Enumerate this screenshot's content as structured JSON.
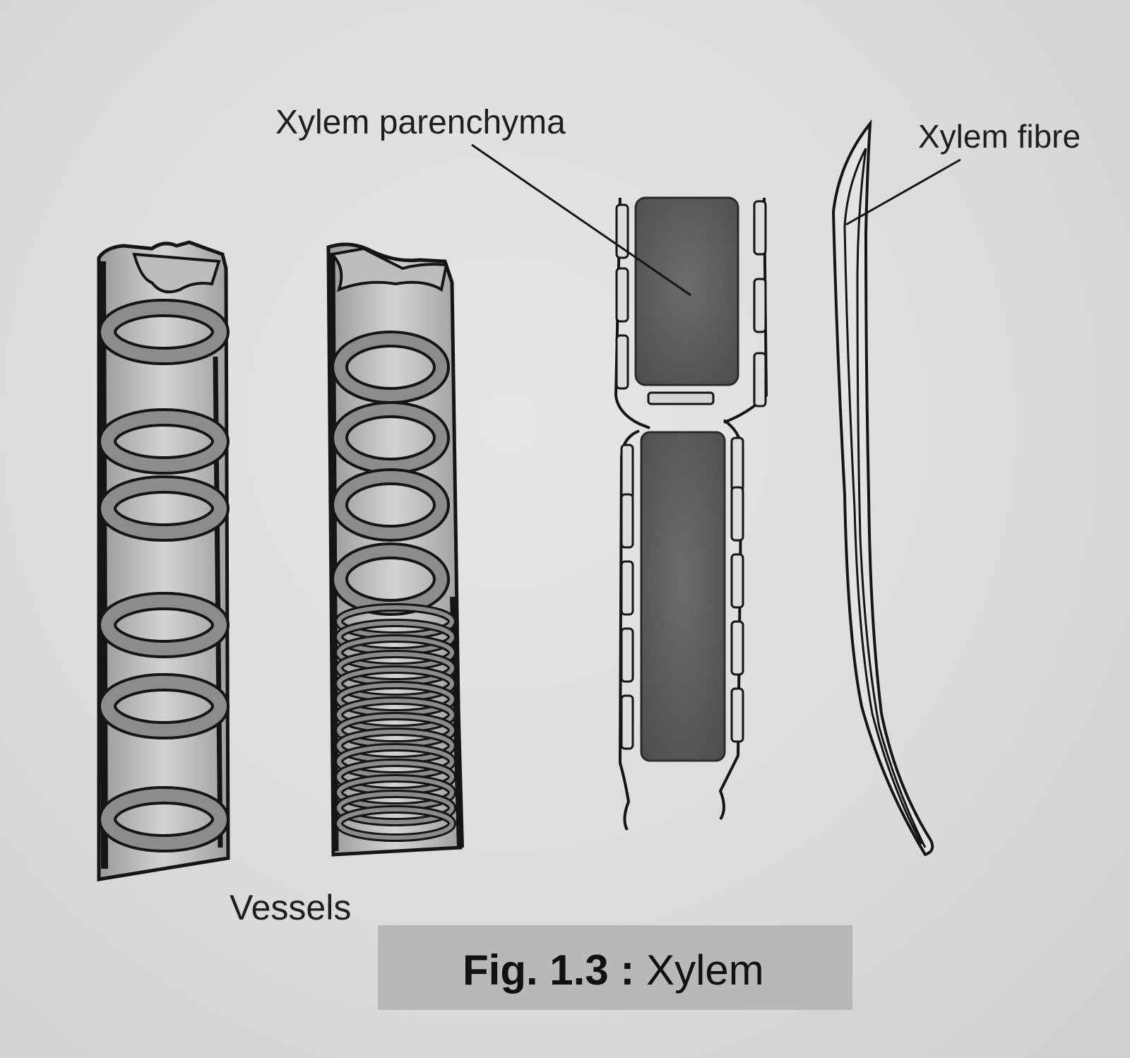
{
  "labels": {
    "parenchyma": "Xylem parenchyma",
    "fibre": "Xylem fibre",
    "vessels": "Vessels"
  },
  "caption": {
    "number": "Fig. 1.3 :",
    "title": "Xylem"
  },
  "colors": {
    "background": "#dcdcdc",
    "ring": "#8c8c8c",
    "cell_fill": "#6e6e6e",
    "ink": "#151515",
    "caption_box": "#b8b8b8"
  }
}
